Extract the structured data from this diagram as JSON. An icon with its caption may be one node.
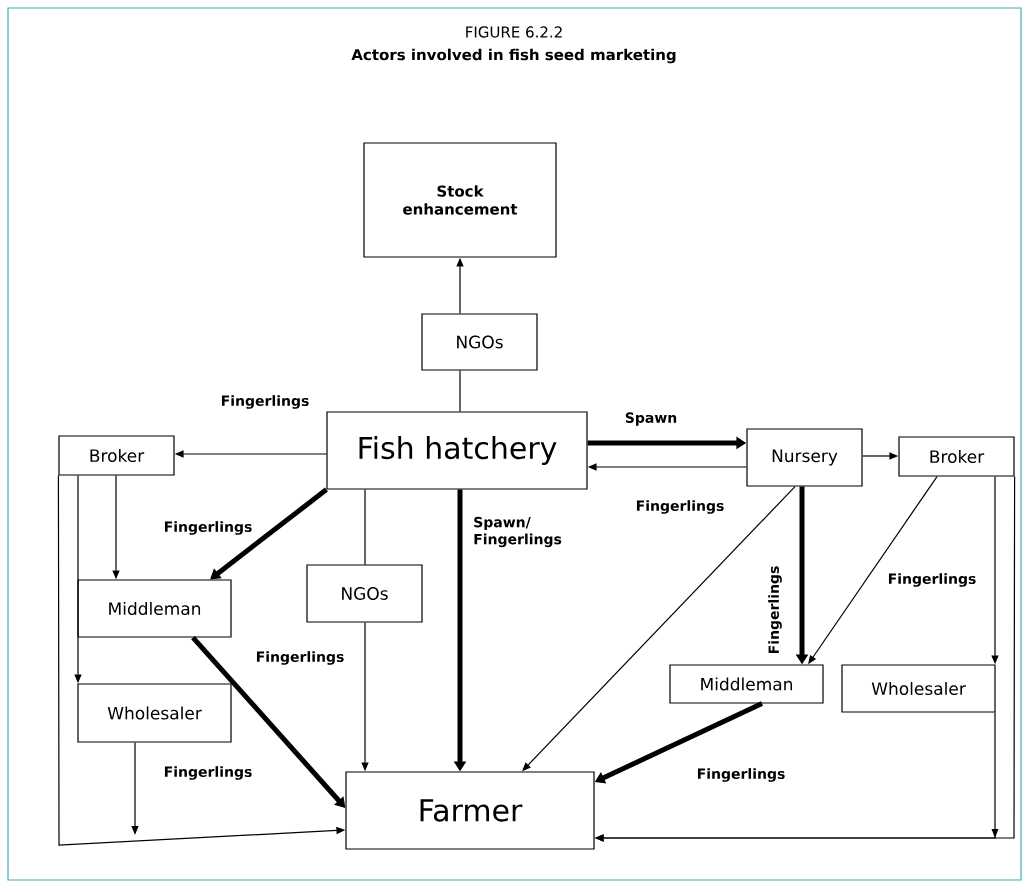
{
  "diagram": {
    "title": "FIGURE 6.2.2",
    "caption": "Actors involved in fish seed marketing",
    "nodes": [
      {
        "text": [
          "Stock enhancement"
        ]
      },
      {
        "text": [
          "NGOs"
        ]
      },
      {
        "text": [
          "Fish hatchery"
        ]
      },
      {
        "text": [
          "Broker"
        ]
      },
      {
        "text": [
          "Nursery"
        ]
      },
      {
        "text": [
          "Broker"
        ]
      },
      {
        "text": [
          "Middleman"
        ]
      },
      {
        "text": [
          "NGOs"
        ]
      },
      {
        "text": [
          "Wholesaler"
        ]
      },
      {
        "text": [
          "Middleman"
        ]
      },
      {
        "text": [
          "Wholesaler"
        ]
      },
      {
        "text": [
          "Farmer"
        ]
      }
    ],
    "edges": [
      {
        "from": 1,
        "to": 0,
        "arrow": "to"
      },
      {
        "from": 2,
        "to": 1,
        "arrow": "none"
      },
      {
        "from": 2,
        "to": 3,
        "arrow": "to",
        "label": "Fingerlings"
      },
      {
        "from": 2,
        "to": 6,
        "arrow": "to",
        "label": "Fingerlings",
        "style": "thick"
      },
      {
        "from": 2,
        "to": 7,
        "arrow": "none"
      },
      {
        "from": 7,
        "to": 11,
        "arrow": "to",
        "label": "Fingerlings"
      },
      {
        "from": 2,
        "to": 11,
        "arrow": "to",
        "label": "Spawn/ Fingerlings",
        "style": "thick"
      },
      {
        "from": 2,
        "to": 4,
        "arrow": "to",
        "label": "Spawn",
        "style": "thick"
      },
      {
        "from": 4,
        "to": 2,
        "arrow": "to",
        "label": "Fingerlings"
      },
      {
        "from": 4,
        "to": 5,
        "arrow": "to"
      },
      {
        "from": 4,
        "to": 11,
        "arrow": "to"
      },
      {
        "from": 4,
        "to": 9,
        "arrow": "to",
        "label": "Fingerlings",
        "style": "thick"
      },
      {
        "from": 5,
        "to": 9,
        "arrow": "to"
      },
      {
        "from": 5,
        "to": 10,
        "arrow": "to",
        "label": "Fingerlings"
      },
      {
        "from": 10,
        "to": 11,
        "arrow": "to"
      },
      {
        "from": 5,
        "to": 11,
        "arrow": "to"
      },
      {
        "from": 3,
        "to": 6,
        "arrow": "to"
      },
      {
        "from": 3,
        "to": 8,
        "arrow": "to"
      },
      {
        "from": 3,
        "to": 11,
        "arrow": "to"
      },
      {
        "from": 6,
        "to": 11,
        "arrow": "to",
        "style": "thick"
      },
      {
        "from": 8,
        "to": null,
        "arrow": "to",
        "label": "Fingerlings"
      },
      {
        "from": 9,
        "to": 11,
        "arrow": "to",
        "label": "Fingerlings",
        "style": "thick"
      }
    ]
  }
}
